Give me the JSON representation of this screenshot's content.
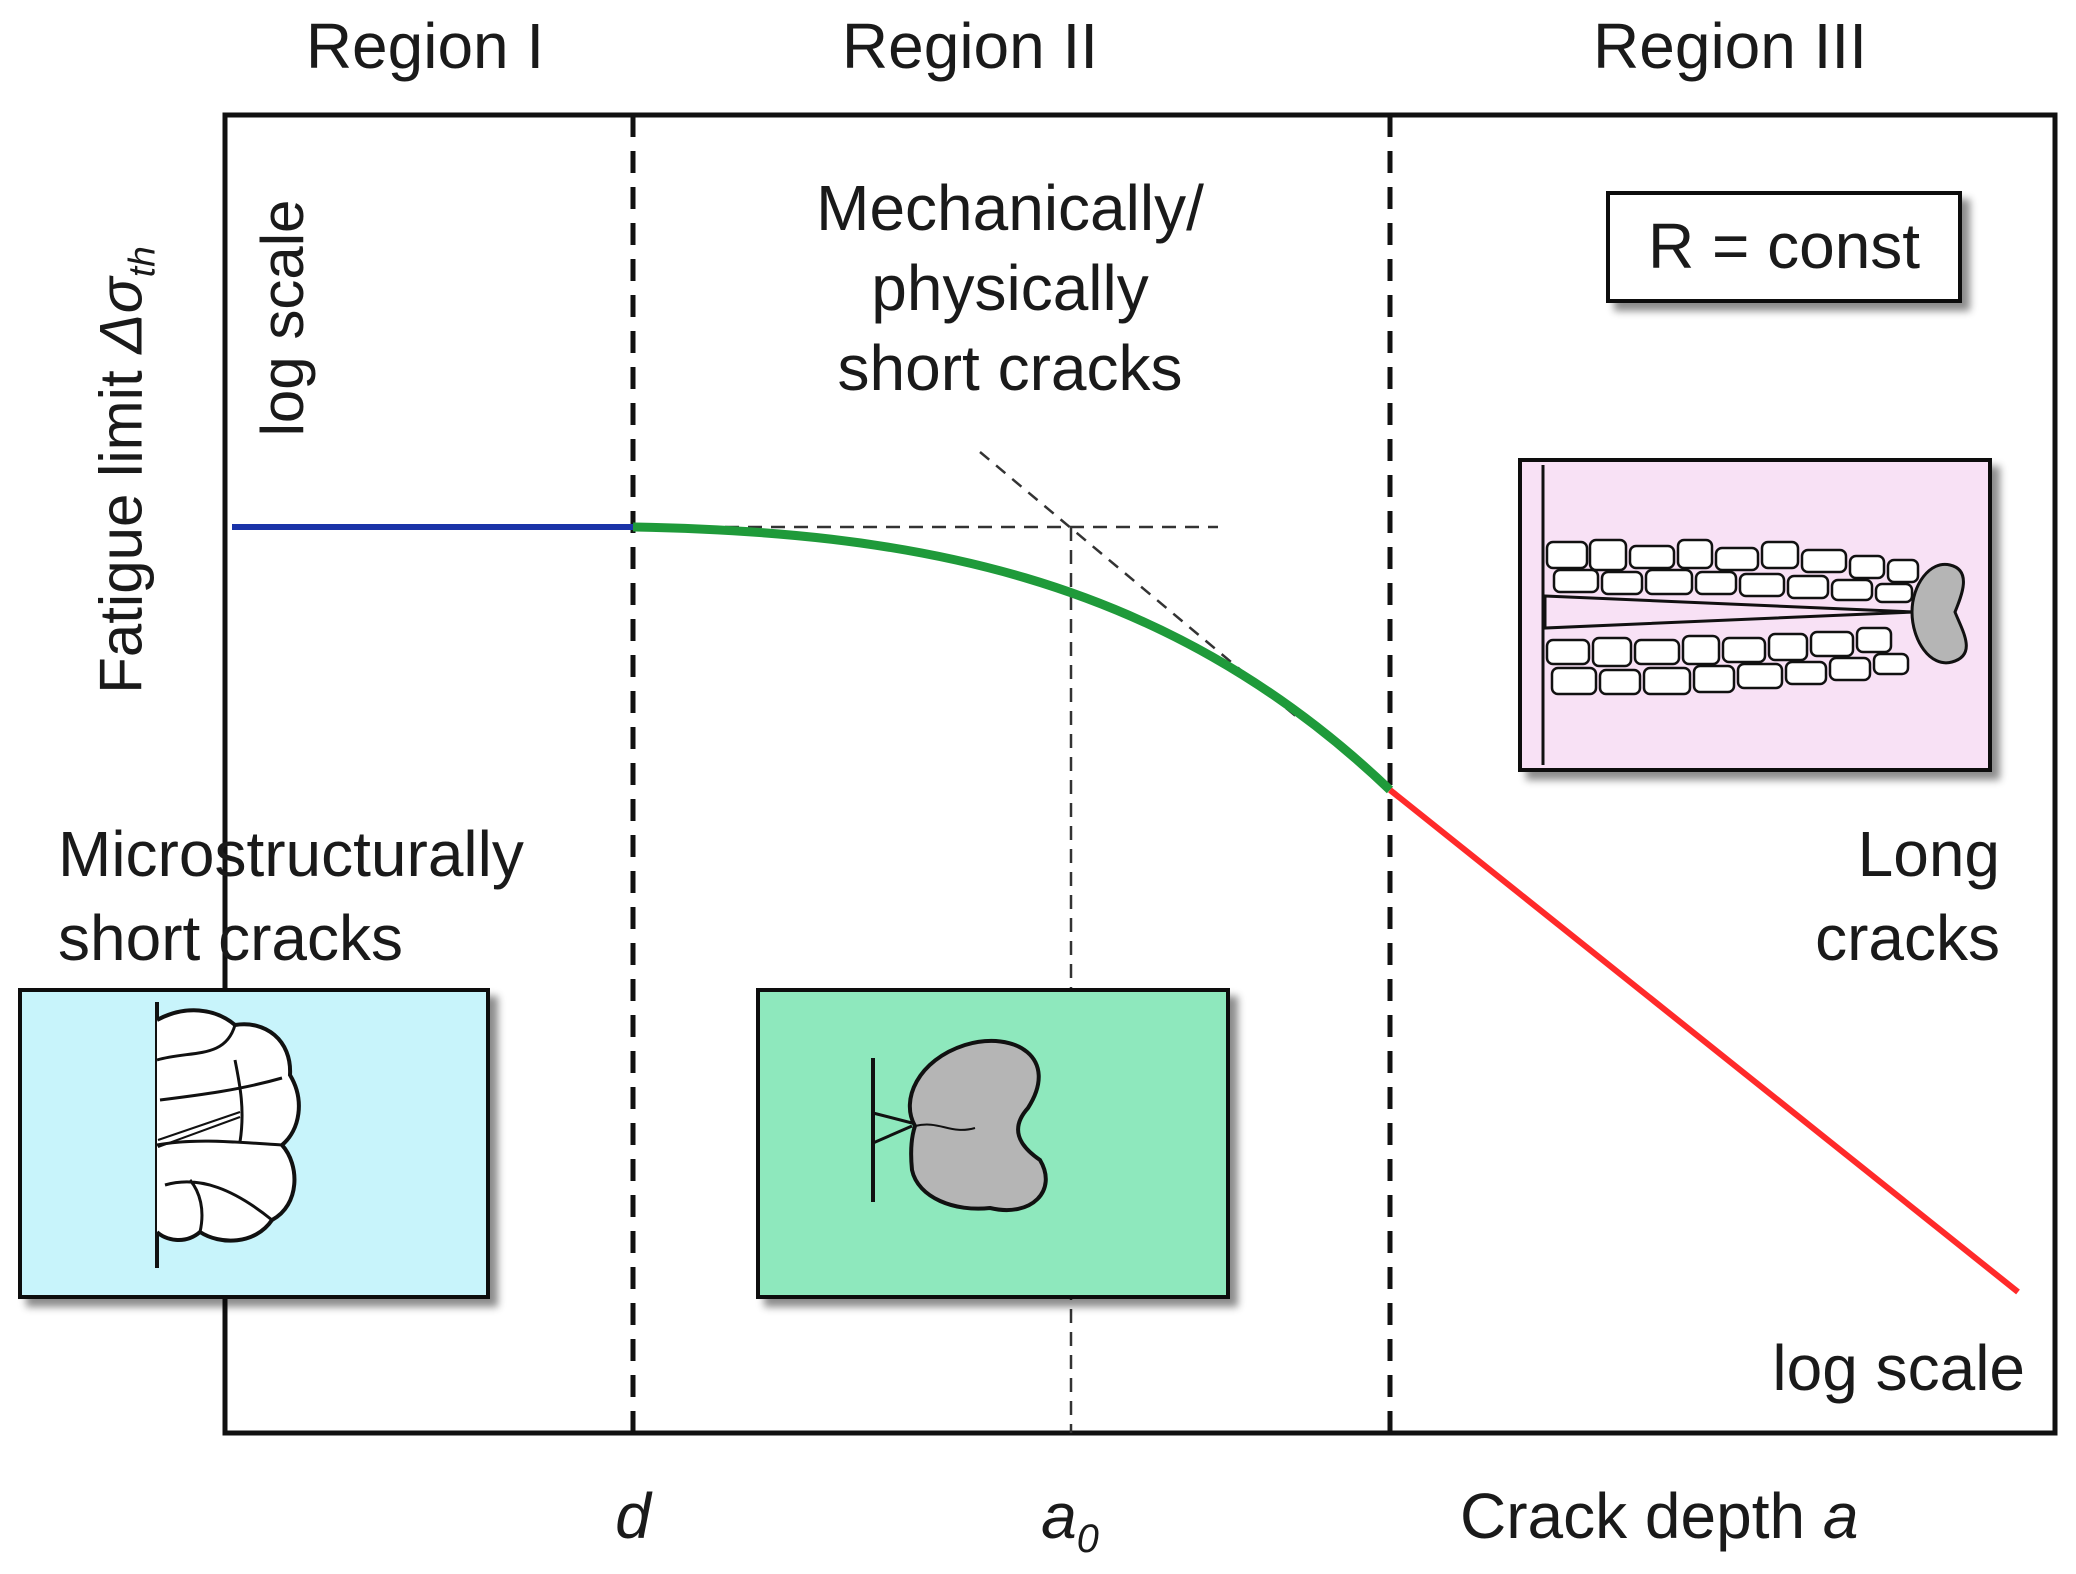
{
  "regions": {
    "region1": "Region I",
    "region2": "Region II",
    "region3": "Region III"
  },
  "y_axis": {
    "label_main": "Fatigue limit ",
    "label_symbol": "Δσ",
    "label_sub": "th",
    "scale_note": "log scale"
  },
  "x_axis": {
    "tick_d": "d",
    "tick_a0_main": "a",
    "tick_a0_sub": "0",
    "label_main": "Crack depth ",
    "label_var": "a",
    "scale_note": "log scale"
  },
  "annotations": {
    "ratio_box": "R = const",
    "mechanical_line1": "Mechanically/",
    "mechanical_line2": "physically",
    "mechanical_line3": "short cracks",
    "micro_line1": "Microstructurally",
    "micro_line2": "short cracks",
    "long_line1": "Long",
    "long_line2": "cracks"
  },
  "colors": {
    "region1_curve": "#1a33a8",
    "region2_curve": "#1f9a3a",
    "region3_curve": "#ff2a2a",
    "micro_box": "#c8f4fb",
    "mechanical_box": "#8ee8bd",
    "long_box": "#f8e1f5",
    "grain_fill": "#b5b5b5"
  }
}
